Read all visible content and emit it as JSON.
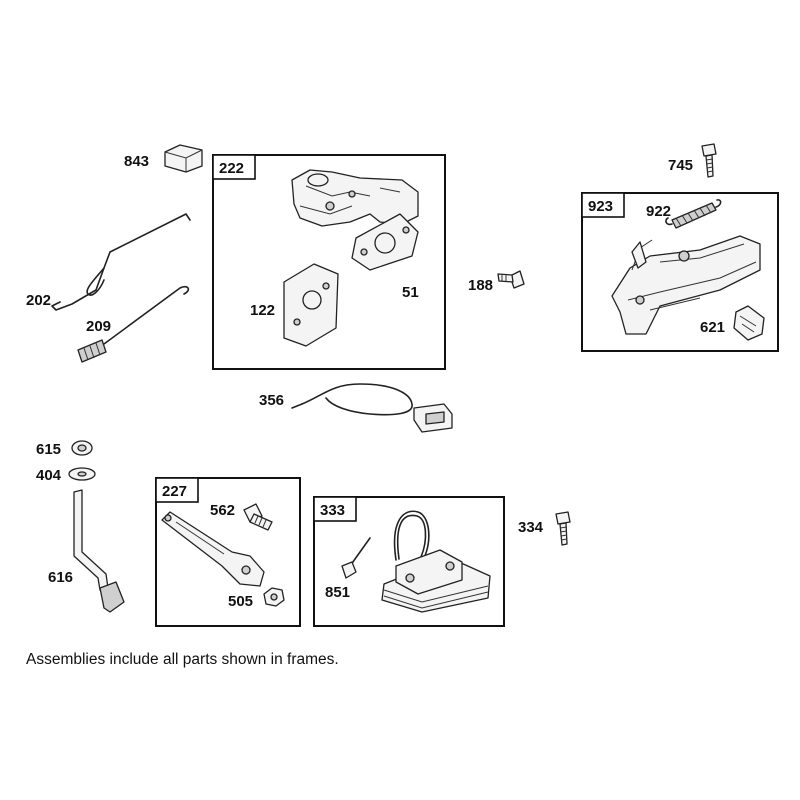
{
  "frames": [
    {
      "id": "222"
    },
    {
      "id": "923"
    },
    {
      "id": "227"
    },
    {
      "id": "333"
    }
  ],
  "labels": {
    "l843": "843",
    "l222": "222",
    "l122": "122",
    "l51": "51",
    "l745": "745",
    "l923": "923",
    "l922": "922",
    "l188": "188",
    "l621": "621",
    "l202": "202",
    "l209": "209",
    "l356": "356",
    "l615": "615",
    "l404": "404",
    "l616": "616",
    "l227": "227",
    "l562": "562",
    "l505": "505",
    "l333": "333",
    "l851": "851",
    "l334": "334"
  },
  "footnote": "Assemblies include all parts shown in frames."
}
